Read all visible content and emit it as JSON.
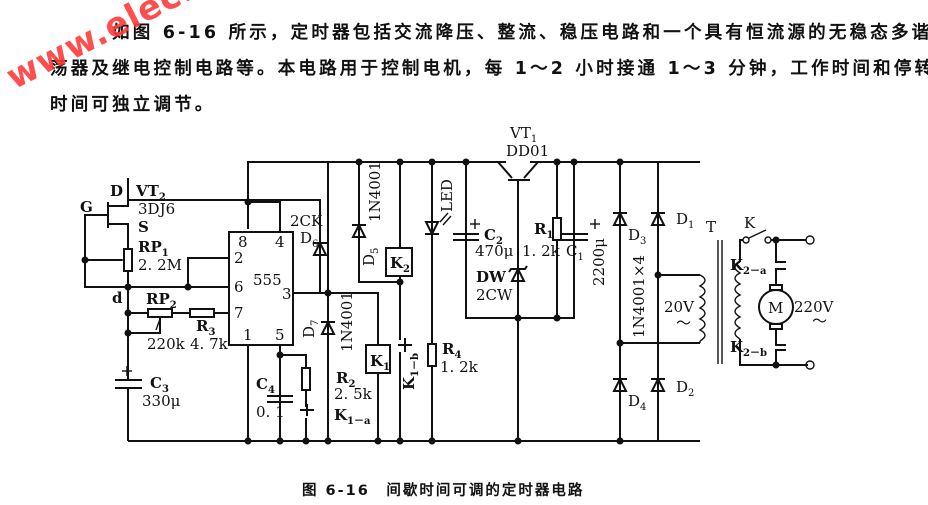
{
  "description": {
    "line1": "如图 6-16 所示，定时器包括交流降压、整流、稳压电路和一个具有恒流源的无稳态多谐振",
    "line2": "荡器及继电控制电路等。本电路用于控制电机，每 1～2 小时接通 1～3 分钟，工作时间和停转",
    "line3": "时间可独立调节。"
  },
  "watermark": "www.elecfans.com",
  "caption": "图 6-16　间歇时间可调的定时器电路",
  "components": {
    "vt2": {
      "name": "VT",
      "sub": "2",
      "part": "3DJ6",
      "pin_d": "D",
      "pin_g": "G",
      "pin_s": "S"
    },
    "rp1": {
      "name": "RP",
      "sub": "1",
      "value": "2. 2M"
    },
    "node_d": "d",
    "rp2": {
      "name": "RP",
      "sub": "2",
      "value": "220k"
    },
    "r3": {
      "name": "R",
      "sub": "3",
      "value": "4. 7k"
    },
    "c3": {
      "name": "C",
      "sub": "3",
      "value": "330μ",
      "polarity": "+"
    },
    "ic": {
      "name": "555",
      "pins": [
        "8",
        "4",
        "2",
        "6",
        "7",
        "3",
        "1",
        "5"
      ]
    },
    "c4": {
      "name": "C",
      "sub": "4",
      "value": "0. 1"
    },
    "d6": {
      "name": "D",
      "sub": "6",
      "part": "2CK"
    },
    "d7": {
      "name": "D",
      "sub": "7",
      "part": "1N4001"
    },
    "r2": {
      "name": "R",
      "sub": "2",
      "value": "2. 5k"
    },
    "k1a": {
      "name": "K",
      "sub": "1－a"
    },
    "d5": {
      "name": "D",
      "sub": "5",
      "part": "1N4001"
    },
    "k1": {
      "name": "K",
      "sub": "1"
    },
    "k2": {
      "name": "K",
      "sub": "2"
    },
    "k1b": {
      "name": "K",
      "sub": "1－b"
    },
    "led": {
      "name": "LED"
    },
    "r4": {
      "name": "R",
      "sub": "4",
      "value": "1. 2k"
    },
    "vt1": {
      "name": "VT",
      "sub": "1",
      "part": "DD01"
    },
    "c2": {
      "name": "C",
      "sub": "2",
      "value": "470μ",
      "polarity": "+"
    },
    "dw": {
      "name": "DW",
      "part": "2CW"
    },
    "r1": {
      "name": "R",
      "sub": "1",
      "value": "1. 2k"
    },
    "c1": {
      "name": "C",
      "sub": "1",
      "value": "2200μ",
      "polarity": "+"
    },
    "bridge": {
      "part": "1N4001×4",
      "d1": "D",
      "d1s": "1",
      "d2": "D",
      "d2s": "2",
      "d3": "D",
      "d3s": "3",
      "d4": "D",
      "d4s": "4"
    },
    "transformer": {
      "name": "T",
      "secondary": "20V",
      "ac": "～"
    },
    "switch_k": {
      "name": "K"
    },
    "k2a": {
      "name": "K",
      "sub": "2－a"
    },
    "k2b": {
      "name": "K",
      "sub": "2－b"
    },
    "motor": {
      "name": "M"
    },
    "mains": {
      "value": "220V",
      "ac": "～"
    }
  }
}
